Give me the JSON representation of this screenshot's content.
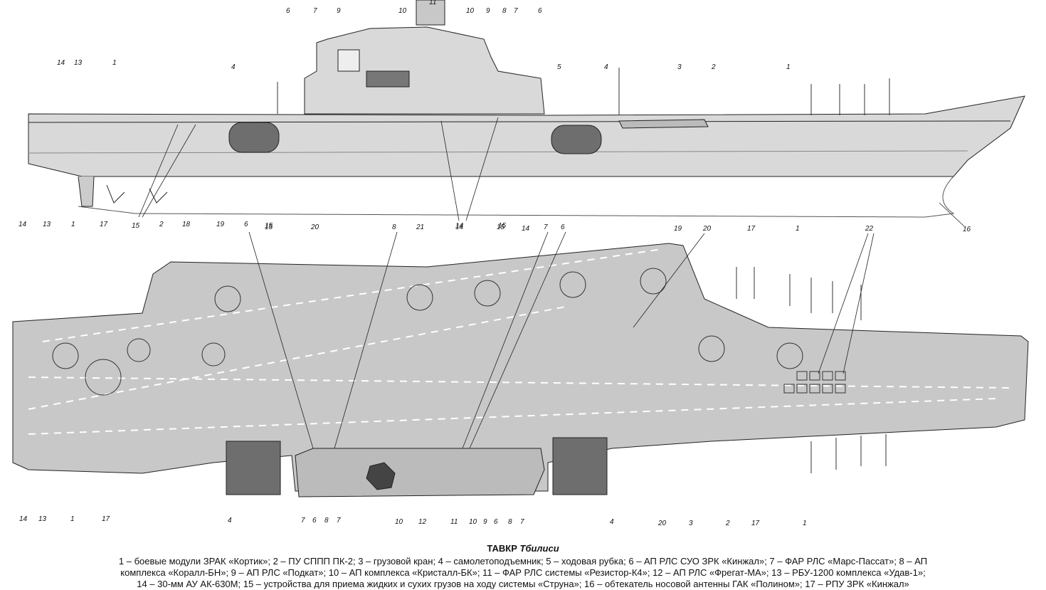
{
  "caption": {
    "title_main": "ТАВКР",
    "title_name": "Тбилиси",
    "lines": [
      "1 – боевые модули ЗРАК «Кортик»; 2 – ПУ СППП ПК-2; 3 – грузовой кран; 4 – самолетоподъемник; 5 – ходовая рубка; 6 – АП РЛС СУО ЗРК «Кинжал»; 7 – ФАР РЛС «Марс-Пассат»; 8 – АП",
      "комплекса «Коралл-БН»; 9 – АП РЛС «Подкат»; 10 – АП комплекса «Кристалл-БК»; 11 – ФАР РЛС системы «Резистор-К4»; 12 – АП РЛС «Фрегат-МА»; 13 – РБУ-1200 комплекса «Удав-1»;",
      "14 – 30-мм АУ АК-630М; 15 – устройства для приема жидких и сухих грузов на ходу системы «Струна»; 16 – обтекатель носовой антенны ГАК «Полином»; 17 – РПУ ЗРК «Кинжал»"
    ]
  },
  "side_view": {
    "labels": [
      {
        "id": "s6a",
        "text": "6"
      },
      {
        "id": "s7a",
        "text": "7"
      },
      {
        "id": "s9a",
        "text": "9"
      },
      {
        "id": "s10a",
        "text": "10"
      },
      {
        "id": "s11",
        "text": "11"
      },
      {
        "id": "s10b",
        "text": "10"
      },
      {
        "id": "s9b",
        "text": "9"
      },
      {
        "id": "s8",
        "text": "8"
      },
      {
        "id": "s7b",
        "text": "7"
      },
      {
        "id": "s6b",
        "text": "6"
      },
      {
        "id": "s14",
        "text": "14"
      },
      {
        "id": "s13",
        "text": "13"
      },
      {
        "id": "s1a",
        "text": "1"
      },
      {
        "id": "s4a",
        "text": "4"
      },
      {
        "id": "s5",
        "text": "5"
      },
      {
        "id": "s4b",
        "text": "4"
      },
      {
        "id": "s3",
        "text": "3"
      },
      {
        "id": "s2",
        "text": "2"
      },
      {
        "id": "s1b",
        "text": "1"
      },
      {
        "id": "s15a",
        "text": "15"
      },
      {
        "id": "s15b",
        "text": "15"
      },
      {
        "id": "s14b",
        "text": "14"
      },
      {
        "id": "s15c",
        "text": "15"
      },
      {
        "id": "s16",
        "text": "16"
      }
    ]
  },
  "top_view": {
    "labels": [
      {
        "id": "t14",
        "text": "14"
      },
      {
        "id": "t13",
        "text": "13"
      },
      {
        "id": "t1",
        "text": "1"
      },
      {
        "id": "t17",
        "text": "17"
      },
      {
        "id": "t2",
        "text": "2"
      },
      {
        "id": "t18",
        "text": "18"
      },
      {
        "id": "t19",
        "text": "19"
      },
      {
        "id": "t6",
        "text": "6"
      },
      {
        "id": "t15",
        "text": "15"
      },
      {
        "id": "t20",
        "text": "20"
      },
      {
        "id": "t8",
        "text": "8"
      },
      {
        "id": "t21",
        "text": "21"
      },
      {
        "id": "t14b",
        "text": "14"
      },
      {
        "id": "t15b",
        "text": "15"
      },
      {
        "id": "t14c",
        "text": "14"
      },
      {
        "id": "t7",
        "text": "7"
      },
      {
        "id": "t6b",
        "text": "6"
      },
      {
        "id": "t19b",
        "text": "19"
      },
      {
        "id": "t20b",
        "text": "20"
      },
      {
        "id": "t17b",
        "text": "17"
      },
      {
        "id": "t1b",
        "text": "1"
      },
      {
        "id": "t22",
        "text": "22"
      }
    ],
    "bottom_labels": [
      {
        "id": "b14",
        "text": "14"
      },
      {
        "id": "b13",
        "text": "13"
      },
      {
        "id": "b1",
        "text": "1"
      },
      {
        "id": "b17",
        "text": "17"
      },
      {
        "id": "b4",
        "text": "4"
      },
      {
        "id": "b7a",
        "text": "7"
      },
      {
        "id": "b6",
        "text": "6"
      },
      {
        "id": "b8",
        "text": "8"
      },
      {
        "id": "b7b",
        "text": "7"
      },
      {
        "id": "b10a",
        "text": "10"
      },
      {
        "id": "b12",
        "text": "12"
      },
      {
        "id": "b11",
        "text": "11"
      },
      {
        "id": "b10b",
        "text": "10"
      },
      {
        "id": "b9",
        "text": "9"
      },
      {
        "id": "b6b",
        "text": "6"
      },
      {
        "id": "b8b",
        "text": "8"
      },
      {
        "id": "b7c",
        "text": "7"
      },
      {
        "id": "b4b",
        "text": "4"
      },
      {
        "id": "b20",
        "text": "20"
      },
      {
        "id": "b3",
        "text": "3"
      },
      {
        "id": "b2",
        "text": "2"
      },
      {
        "id": "b17b",
        "text": "17"
      },
      {
        "id": "b1b",
        "text": "1"
      }
    ]
  },
  "colors": {
    "hull": "#d9d9d9",
    "deck": "#c8c8c8",
    "elevator": "#6e6e6e",
    "line": "#222222"
  }
}
